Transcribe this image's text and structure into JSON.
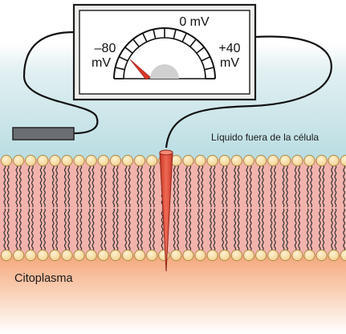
{
  "meter": {
    "scale_center": "0 mV",
    "left_value": "–80",
    "left_unit": "mV",
    "right_value": "+40",
    "right_unit": "mV",
    "needle_reading_mV": -80
  },
  "labels": {
    "outside": "Líquido fuera de la célula",
    "inside": "Citoplasma"
  },
  "colors": {
    "outside_fluid": "#b9dde2",
    "membrane_band": "#f3b3ad",
    "phospholipid_head": "#f8dfa6",
    "cytoplasm": "#f4a77c",
    "electrode": "#e04a3a",
    "needle": "#d9372a"
  }
}
